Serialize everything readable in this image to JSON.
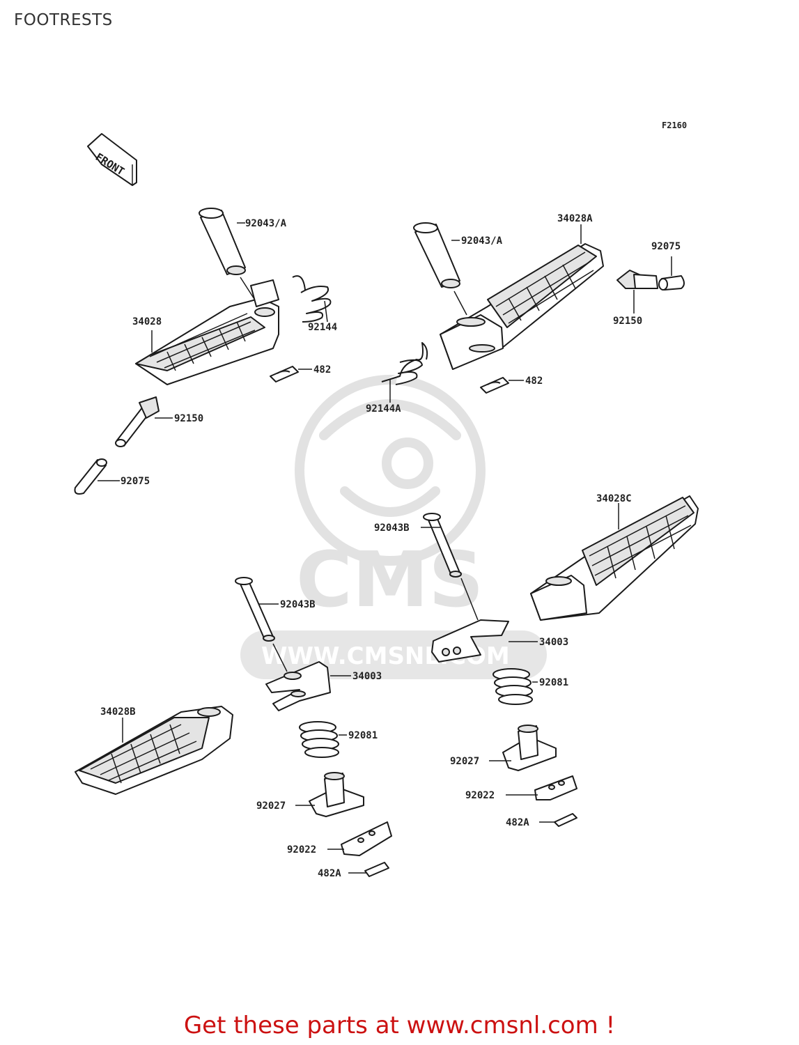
{
  "title": "FOOTRESTS",
  "figure_code": "F2160",
  "front_label": "FRONT",
  "watermark": {
    "brand": "CMS",
    "url": "WWW.CMSNL.COM"
  },
  "callouts": {
    "c92043A_1": "92043/A",
    "c92043A_2": "92043/A",
    "c34028A": "34028A",
    "c92075_r": "92075",
    "c34028": "34028",
    "c92144": "92144",
    "c92150_r": "92150",
    "c482_1": "482",
    "c482_2": "482",
    "c92144A": "92144A",
    "c92150_l": "92150",
    "c92075_l": "92075",
    "c34028C": "34028C",
    "c92043B_1": "92043B",
    "c92043B_2": "92043B",
    "c34003_r": "34003",
    "c34003_l": "34003",
    "c92081_r": "92081",
    "c92081_l": "92081",
    "c34028B": "34028B",
    "c92027_r": "92027",
    "c92027_l": "92027",
    "c92022_r": "92022",
    "c92022_l": "92022",
    "c482A_r": "482A",
    "c482A_l": "482A"
  },
  "footer_text": "Get these parts at www.cmsnl.com !",
  "colors": {
    "footer": "#cc1111",
    "watermark": "#e0e0e0"
  }
}
